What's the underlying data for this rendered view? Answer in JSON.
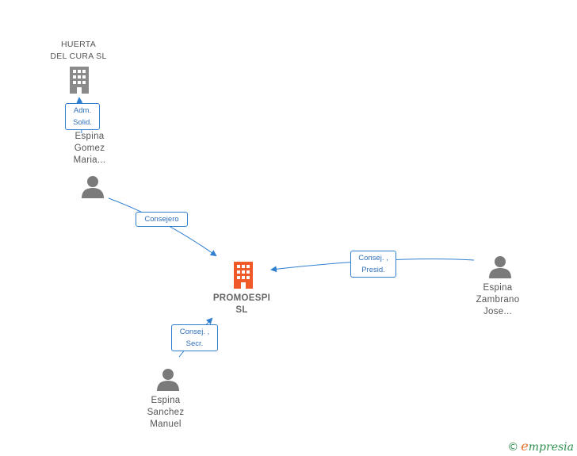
{
  "nodes": {
    "huerta": {
      "lines": [
        "HUERTA",
        "DEL CURA  SL"
      ]
    },
    "promoespi": {
      "lines": [
        "PROMOESPI",
        "SL"
      ]
    },
    "gomez": {
      "lines": [
        "Espina",
        "Gomez",
        "Maria..."
      ]
    },
    "zambrano": {
      "lines": [
        "Espina",
        "Zambrano",
        "Jose..."
      ]
    },
    "sanchez": {
      "lines": [
        "Espina",
        "Sanchez",
        "Manuel"
      ]
    }
  },
  "roles": {
    "adm": [
      "Adm.",
      "Solid."
    ],
    "consejero": [
      "Consejero"
    ],
    "presid": [
      "Consej. ,",
      "Presid."
    ],
    "secr": [
      "Consej. ,",
      "Secr."
    ]
  },
  "colors": {
    "edge": "#2f7fd0",
    "company_gray": "#8a8a8a",
    "company_main": "#f05a28",
    "person": "#7a7a7a"
  },
  "watermark": {
    "copyright": "©",
    "brand_initial": "e",
    "brand_rest": "mpresia"
  }
}
